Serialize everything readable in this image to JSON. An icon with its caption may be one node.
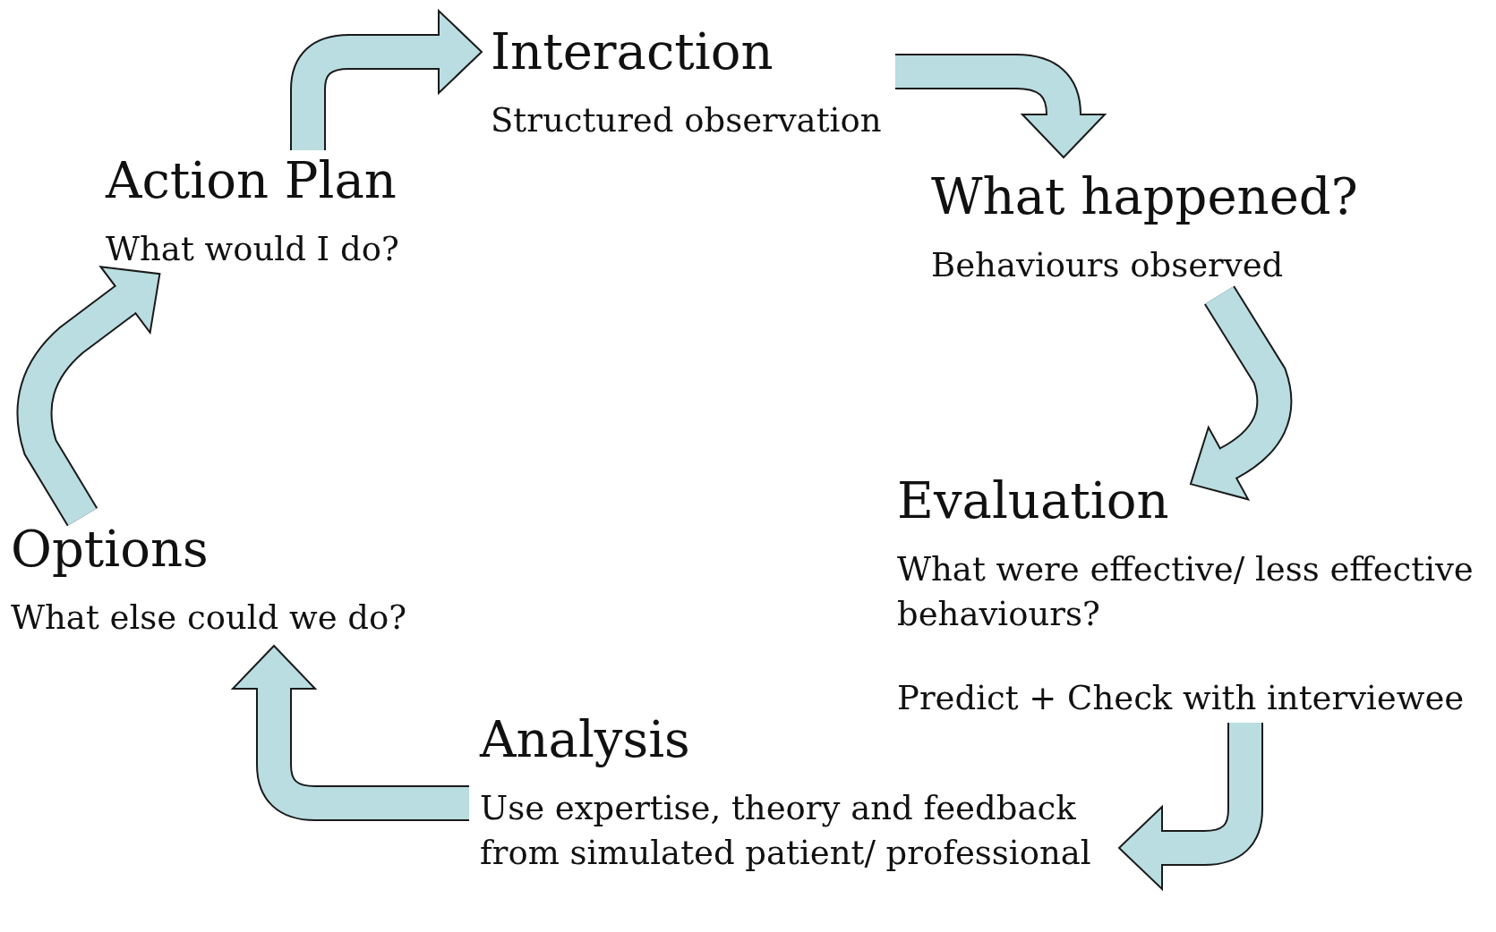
{
  "diagram": {
    "nodes": [
      {
        "text": [
          "Interaction",
          "Structured observation"
        ]
      },
      {
        "text": [
          "What happened?",
          "Behaviours observed"
        ]
      },
      {
        "text": [
          "Evaluation",
          "What were effective/ less effective behaviours?",
          "Predict + Check with interviewee"
        ]
      },
      {
        "text": [
          "Analysis",
          "Use expertise, theory and feedback from simulated patient/ professional"
        ]
      },
      {
        "text": [
          "Options",
          "What else could we do?"
        ]
      },
      {
        "text": [
          "Action Plan",
          "What would I do?"
        ]
      }
    ],
    "edges": [
      {
        "from": 5,
        "to": 0,
        "arrow": "to"
      },
      {
        "from": 0,
        "to": 1,
        "arrow": "to"
      },
      {
        "from": 1,
        "to": 2,
        "arrow": "to"
      },
      {
        "from": 2,
        "to": 3,
        "arrow": "to"
      },
      {
        "from": 3,
        "to": 4,
        "arrow": "to"
      },
      {
        "from": 4,
        "to": 5,
        "arrow": "to"
      }
    ]
  }
}
